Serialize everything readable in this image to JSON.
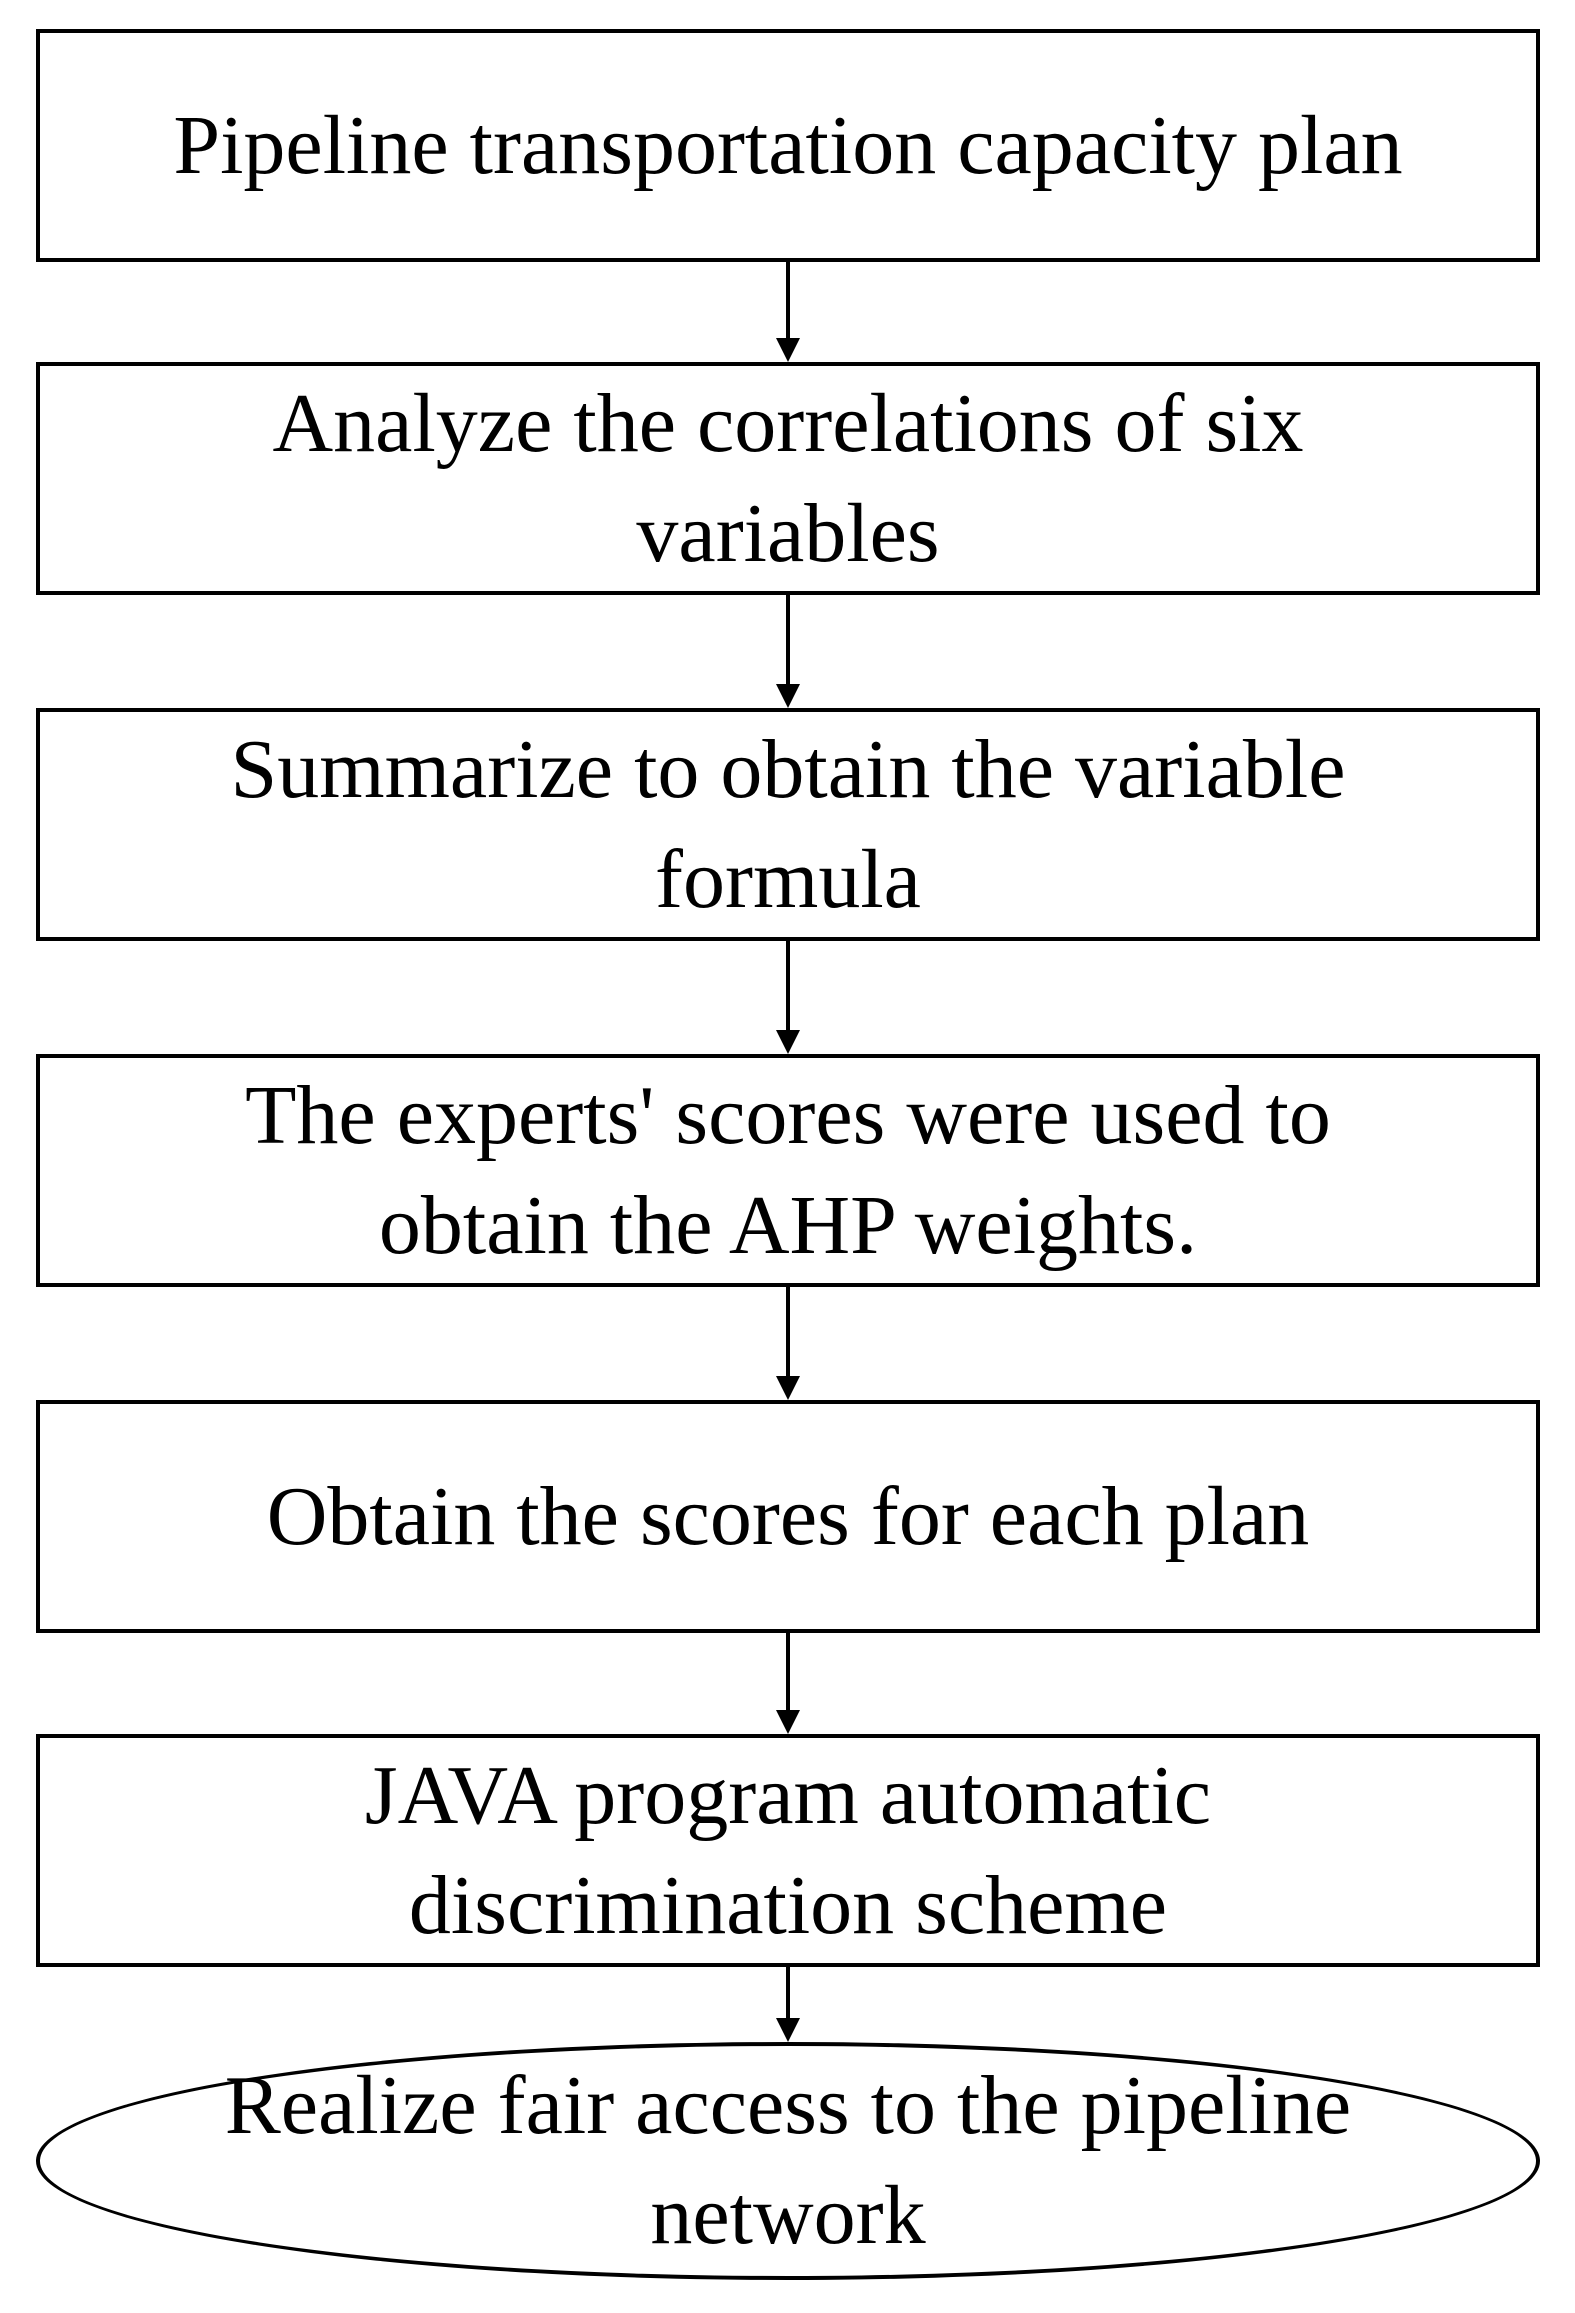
{
  "flowchart": {
    "steps": [
      {
        "line1": "Pipeline transportation capacity plan",
        "line2": ""
      },
      {
        "line1": "Analyze the correlations of six",
        "line2": "variables"
      },
      {
        "line1": "Summarize to obtain the variable",
        "line2": "formula"
      },
      {
        "line1": "The experts' scores were used to",
        "line2": "obtain the AHP weights."
      },
      {
        "line1": "Obtain the scores for each plan",
        "line2": ""
      },
      {
        "line1": "JAVA program automatic",
        "line2": "discrimination scheme"
      },
      {
        "line1": "Realize fair access to the pipeline",
        "line2": "network"
      }
    ]
  }
}
